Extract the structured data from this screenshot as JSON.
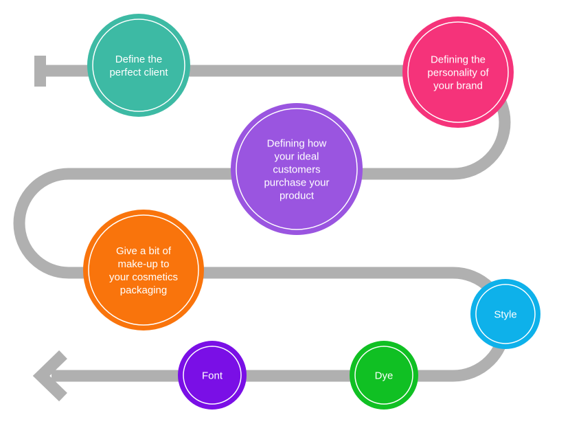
{
  "steps": [
    {
      "id": "define-client",
      "lines": [
        "Define the",
        "perfect client"
      ],
      "color": "#3dbaa4"
    },
    {
      "id": "brand-personality",
      "lines": [
        "Defining the",
        "personality of",
        "your brand"
      ],
      "color": "#f5337a"
    },
    {
      "id": "customer-purchase",
      "lines": [
        "Defining how",
        "your ideal",
        "customers",
        "purchase your",
        "product"
      ],
      "color": "#9a55e0"
    },
    {
      "id": "makeup-packaging",
      "lines": [
        "Give a bit of",
        "make-up to",
        "your cosmetics",
        "packaging"
      ],
      "color": "#f9740c"
    },
    {
      "id": "style",
      "lines": [
        "Style"
      ],
      "color": "#0eb1ea"
    },
    {
      "id": "dye",
      "lines": [
        "Dye"
      ],
      "color": "#10c023"
    },
    {
      "id": "font",
      "lines": [
        "Font"
      ],
      "color": "#7a0fe6"
    }
  ],
  "path_color": "#b0b0b0"
}
